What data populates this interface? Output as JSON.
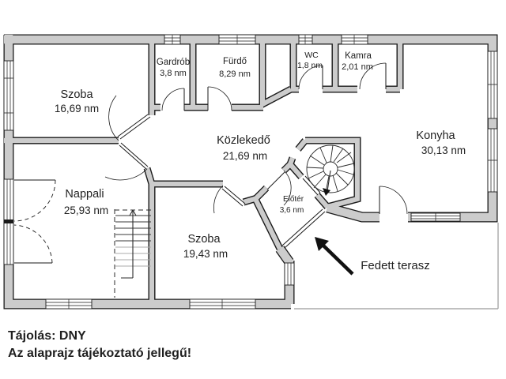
{
  "plan": {
    "rooms": [
      {
        "name": "Szoba",
        "area": "16,69 nm"
      },
      {
        "name": "Gardrób",
        "area": "3,8 nm"
      },
      {
        "name": "Fürdő",
        "area": "8,29 nm"
      },
      {
        "name": "WC",
        "area": "1,8 nm"
      },
      {
        "name": "Kamra",
        "area": "2,01 nm"
      },
      {
        "name": "Konyha",
        "area": "30,13 nm"
      },
      {
        "name": "Közlekedő",
        "area": "21,69 nm"
      },
      {
        "name": "Nappali",
        "area": "25,93 nm"
      },
      {
        "name": "Szoba",
        "area": "19,43 nm"
      },
      {
        "name": "Előtér",
        "area": "3,6 nm"
      },
      {
        "name": "Fedett terasz",
        "area": ""
      }
    ],
    "icons": {
      "entrance_arrow": "arrow-pointing-to-entrance-door",
      "spiral_stairs": "spiral-staircase-symbol",
      "straight_stairs": "straight-staircase-symbol"
    },
    "colors": {
      "wall_fill": "#cccccc",
      "outline": "#1a1a1a",
      "background": "#ffffff",
      "text": "#1f1f1f",
      "faint_line": "#9a9a9a"
    }
  },
  "footer": {
    "line1": "Tájolás: DNY",
    "line2": "Az alaprajz tájékoztató jellegű!"
  }
}
